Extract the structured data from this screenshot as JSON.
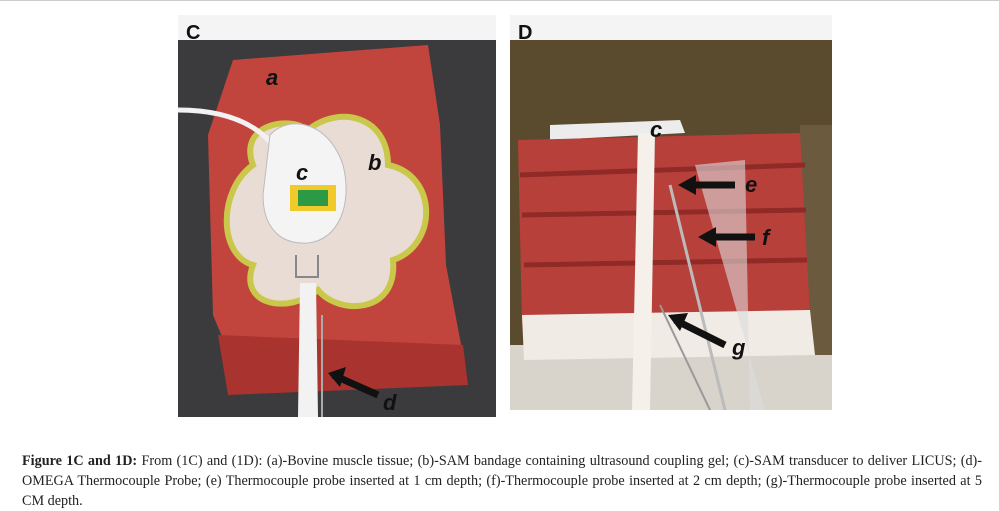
{
  "panels": {
    "c": {
      "label": "C",
      "tags": {
        "a": "a",
        "b": "b",
        "c": "c",
        "d": "d"
      }
    },
    "d": {
      "label": "D",
      "tags": {
        "c": "c",
        "e": "e",
        "f": "f",
        "g": "g"
      }
    }
  },
  "caption": {
    "title": "Figure 1C and 1D:",
    "text": " From (1C) and (1D): (a)-Bovine muscle tissue; (b)-SAM bandage containing ultrasound coupling gel; (c)-SAM transducer to deliver LICUS; (d)-OMEGA Thermocouple Probe; (e) Thermocouple probe inserted at 1 cm depth; (f)-Thermocouple probe inserted at 2 cm depth; (g)-Thermocouple probe inserted at 5 CM depth."
  }
}
